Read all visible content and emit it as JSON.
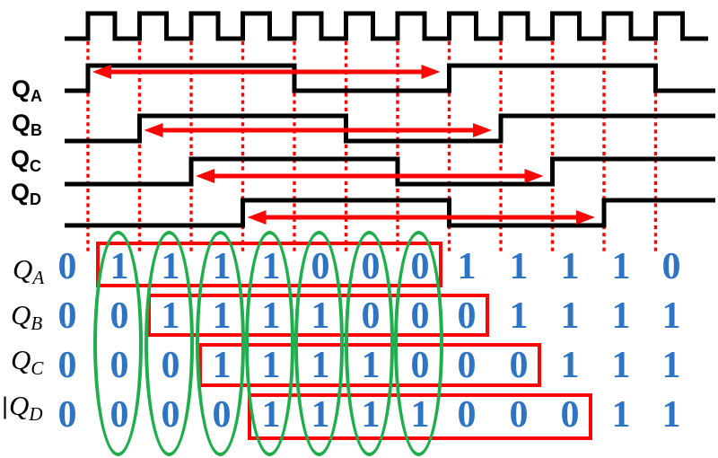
{
  "figure": {
    "type": "timing-diagram",
    "clock": {
      "pulse_count": 12
    },
    "signals": [
      {
        "name": "QA",
        "label": "Q",
        "subscript": "A",
        "bits": [
          0,
          1,
          1,
          1,
          1,
          0,
          0,
          0,
          1,
          1,
          1,
          1,
          0
        ]
      },
      {
        "name": "QB",
        "label": "Q",
        "subscript": "B",
        "bits": [
          0,
          0,
          1,
          1,
          1,
          1,
          0,
          0,
          0,
          1,
          1,
          1,
          1
        ]
      },
      {
        "name": "QC",
        "label": "Q",
        "subscript": "C",
        "bits": [
          0,
          0,
          0,
          1,
          1,
          1,
          1,
          0,
          0,
          0,
          1,
          1,
          1
        ]
      },
      {
        "name": "QD",
        "label": "Q",
        "subscript": "D",
        "table_prefix": "|",
        "bits": [
          0,
          0,
          0,
          0,
          1,
          1,
          1,
          1,
          0,
          0,
          0,
          1,
          1
        ]
      }
    ],
    "annotations": {
      "red_boxes_cols": [
        [
          2,
          8
        ],
        [
          3,
          9
        ],
        [
          4,
          10
        ],
        [
          5,
          11
        ]
      ],
      "green_ellipse_cols": [
        2,
        3,
        4,
        5,
        6,
        7,
        8
      ],
      "period_arrows": [
        "QA",
        "QB",
        "QC",
        "QD"
      ]
    },
    "colors": {
      "trace": "#000000",
      "red": "#f90606",
      "digit_blue": "#2e74c4",
      "green": "#1fae4c"
    }
  }
}
